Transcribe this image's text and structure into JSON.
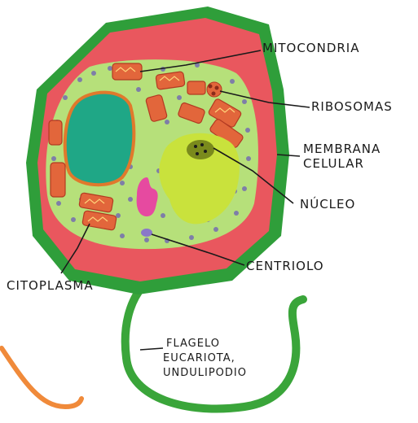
{
  "labels": {
    "mitochondria": "MITOCONDRIA",
    "ribosomes": "RIBOSOMAS",
    "membrane_line1": "MEMBRANA",
    "membrane_line2": "CELULAR",
    "nucleus": "NÚCLEO",
    "centriole": "CENTRIOLO",
    "cytoplasm": "CITOPLASMA",
    "flagellum_line1": "FLAGELO",
    "flagellum_line2": "EUCARIOTA,",
    "flagellum_line3": "UNDULIPODIO"
  },
  "colors": {
    "outer_wall": "#2f9e3a",
    "membrane": "#e9575e",
    "cytoplasm": "#b6e07a",
    "vacuole_fill": "#1fa786",
    "vacuole_rim": "#e0792c",
    "organelle": "#e2663b",
    "nucleus": "#c9e23c",
    "nucleolus": "#7a8a1c",
    "granule": "#7e7ea8",
    "golgi": "#e64aa0",
    "centriole": "#8a78c8",
    "flagellum": "#3aa53a",
    "stray_curve": "#f08a3a"
  }
}
